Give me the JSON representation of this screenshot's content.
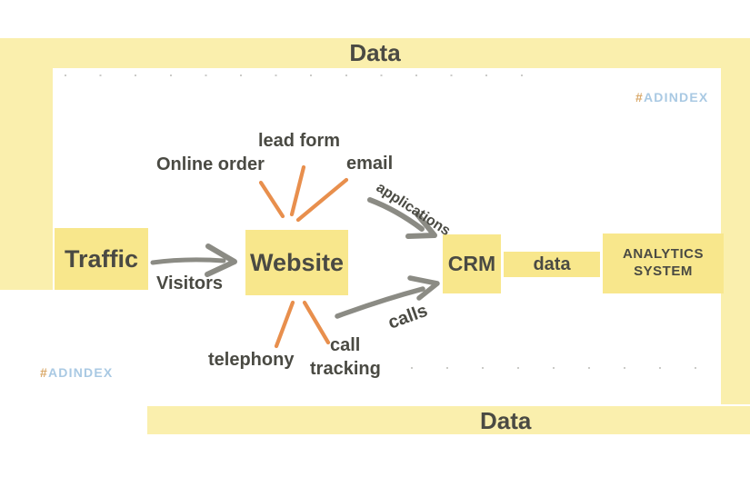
{
  "colors": {
    "band_yellow": "#FAEFAD",
    "box_yellow": "#F8E78C",
    "connector_orange": "#E88F4D",
    "arrow_gray": "#8B8B84",
    "text_gray": "#4A4A43",
    "logo_blue": "#A9C9E3",
    "logo_hash_tan": "#D9A96A",
    "dot_gray": "#CBCBC8"
  },
  "bands": {
    "top_label": "Data",
    "bottom_label": "Data"
  },
  "nodes": {
    "traffic": "Traffic",
    "website": "Website",
    "crm": "CRM",
    "data_link": "data",
    "analytics_line1": "ANALYTICS",
    "analytics_line2": "SYSTEM"
  },
  "channels": {
    "online_order": "Online order",
    "lead_form": "lead form",
    "email": "email",
    "telephony": "telephony",
    "call_tracking_line1": "call",
    "call_tracking_line2": "tracking"
  },
  "flows": {
    "visitors": "Visitors",
    "applications": "applications",
    "calls": "calls"
  },
  "brand": {
    "hash": "#",
    "name": "ADINDEX"
  }
}
